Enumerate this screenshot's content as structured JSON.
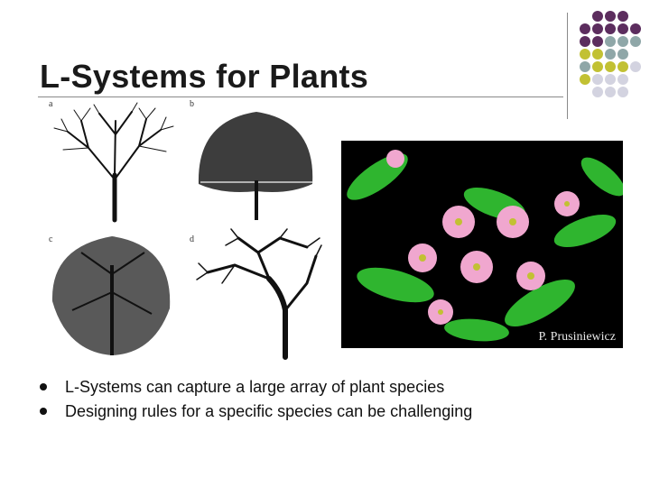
{
  "slide": {
    "title": "L-Systems for Plants",
    "bullets": [
      "L-Systems can capture a large array of plant species",
      "Designing rules for a specific species can be challenging"
    ]
  },
  "figure_trees": {
    "labels": [
      "a",
      "b",
      "c",
      "d"
    ]
  },
  "figure_flowers": {
    "credit": "P. Prusiniewicz"
  },
  "palette": {
    "purple": "#5c2d5e",
    "teal": "#8fa7a8",
    "olive": "#c2c133",
    "lavender": "#d3d3e0"
  }
}
